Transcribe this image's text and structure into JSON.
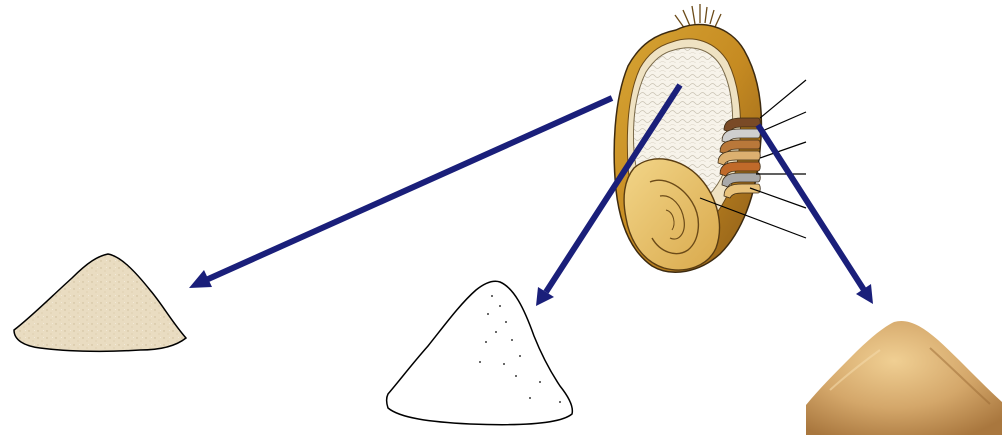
{
  "diagram": {
    "background": "#ffffff",
    "arrow_color": "#1a1f7a",
    "kernel": {
      "layer_colors": [
        "#7a4a26",
        "#cfcfcf",
        "#b9783a",
        "#dcb070",
        "#c06a2a",
        "#a9a9a9",
        "#e8c27a"
      ]
    },
    "piles": [
      {
        "name": "light-flour-pile",
        "color": "#e9dcc1"
      },
      {
        "name": "white-flour-pile",
        "color": "#ffffff"
      },
      {
        "name": "bran-pile",
        "color": "#d2a468"
      }
    ]
  }
}
